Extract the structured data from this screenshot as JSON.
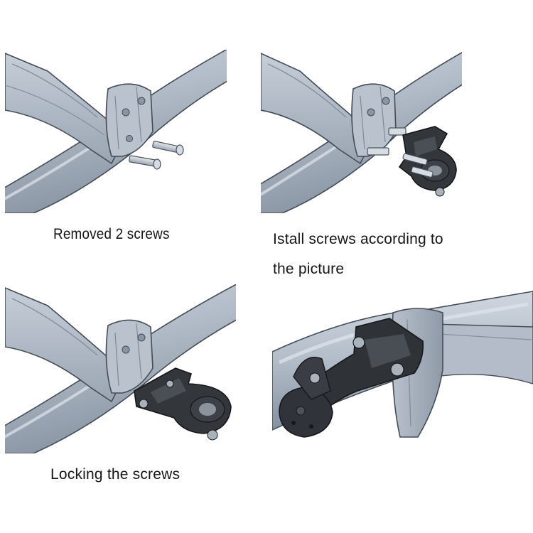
{
  "steps": [
    {
      "caption": "Removed 2 screws"
    },
    {
      "caption_line1": "Istall screws according to",
      "caption_line2": "the picture"
    },
    {
      "caption": "Locking the screws"
    },
    {}
  ],
  "colors": {
    "bar_light": "#c3cbd6",
    "bar_mid": "#a4aebb",
    "bar_dark": "#7f8a99",
    "outline": "#3f4650",
    "mount_black": "#2e3136"
  }
}
